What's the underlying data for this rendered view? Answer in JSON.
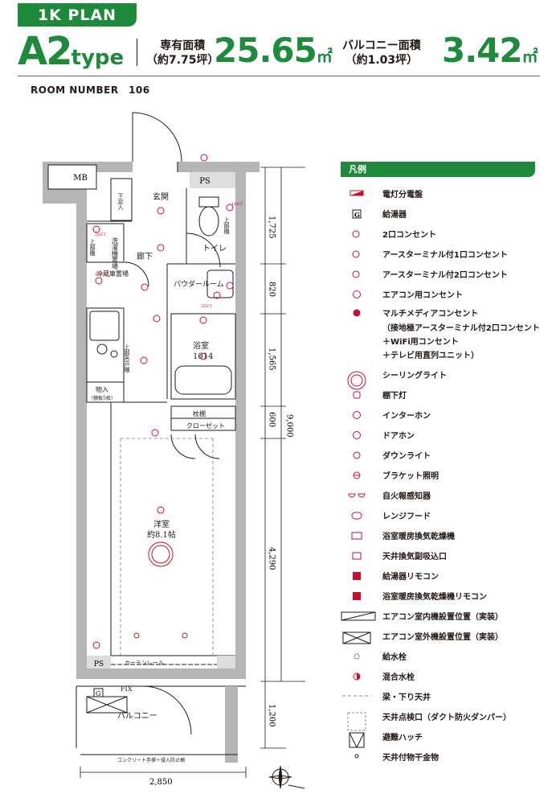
{
  "header": {
    "plan": "1K PLAN",
    "type_letter": "A2",
    "type_word": "type",
    "private_area_label": "専有面積",
    "private_area_tsubo": "（約7.75坪）",
    "private_area_value": "25.65",
    "balcony_area_label": "バルコニー面積",
    "balcony_area_tsubo": "（約1.03坪）",
    "balcony_area_value": "3.42",
    "unit": "㎡",
    "room_number": "ROOM NUMBER　106"
  },
  "plan": {
    "mb": "MB",
    "ps_top": "PS",
    "ps_bottom": "PS",
    "genkan": "玄関",
    "shoe_box": "下足入",
    "upper_shelf": "上部棚",
    "washer": "洗濯機置場",
    "fridge": "冷蔵庫置場",
    "hallway": "廊下",
    "toilet": "トイレ",
    "toilet_shelf": "上部棚",
    "powder_room": "パウダールーム",
    "bath": "浴室",
    "bath_size": "1014",
    "cabinet": "上部吊戸棚",
    "storage": "物入",
    "storage_note": "（棚板5枚）",
    "pillow_shelf": "枕棚",
    "closet": "クローゼット",
    "western_room": "洋室",
    "western_size": "約8.1帖",
    "curtain_rail": "カーテンレール",
    "fix": "FIX",
    "g": "G",
    "balcony": "バルコニー",
    "railing_note": "コンクリート手摺＋侵入防止柵",
    "dim_1725": "1,725",
    "dim_820": "820",
    "dim_1565": "1,565",
    "dim_600": "600",
    "dim_4290": "4,290",
    "dim_9000": "9,000",
    "dim_1200": "1,200",
    "dim_2850": "2,850",
    "outlet_1eet": "1EET",
    "outlet_2eet": "2EET",
    "outlet_2eet_b": "2EET",
    "outlet_2eet_c": "2EET"
  },
  "legend": {
    "title": "凡例",
    "items": [
      {
        "icon": "panel",
        "text": "電灯分電盤"
      },
      {
        "icon": "G",
        "text": "給湯器"
      },
      {
        "icon": "outlet2",
        "text": "2口コンセント"
      },
      {
        "icon": "outlet1eet",
        "text": "アースターミナル付1口コンセント"
      },
      {
        "icon": "outlet2eet",
        "text": "アースターミナル付2口コンセント"
      },
      {
        "icon": "AC",
        "text": "エアコン用コンセント"
      },
      {
        "icon": "M",
        "text": "マルチメディアコンセント"
      },
      {
        "icon": "none",
        "text": "（接地極アースターミナル付2口コンセント"
      },
      {
        "icon": "none",
        "text": "＋WiFi用コンセント"
      },
      {
        "icon": "none",
        "text": "＋テレビ用直列ユニット）"
      },
      {
        "icon": "ceiling",
        "text": "シーリングライト"
      },
      {
        "icon": "shelf",
        "text": "棚下灯"
      },
      {
        "icon": "I",
        "text": "インターホン"
      },
      {
        "icon": "D",
        "text": "ドアホン"
      },
      {
        "icon": "down",
        "text": "ダウンライト"
      },
      {
        "icon": "bracket",
        "text": "ブラケット照明"
      },
      {
        "icon": "smoke",
        "text": "自火報感知器"
      },
      {
        "icon": "hood",
        "text": "レンジフード"
      },
      {
        "icon": "bathdry",
        "text": "浴室暖房換気乾燥機"
      },
      {
        "icon": "vent",
        "text": "天井換気副吸込口"
      },
      {
        "icon": "R",
        "text": "給湯器リモコン"
      },
      {
        "icon": "K",
        "text": "浴室暖房換気乾燥機リモコン"
      },
      {
        "icon": "acin",
        "text": "エアコン室内機設置位置（実装）"
      },
      {
        "icon": "acout",
        "text": "エアコン室外機設置位置（実装）"
      },
      {
        "icon": "water",
        "text": "給水栓"
      },
      {
        "icon": "mix",
        "text": "混合水栓"
      },
      {
        "icon": "beam",
        "text": "梁・下り天井"
      },
      {
        "icon": "hatch",
        "text": "天井点検口（ダクト防火ダンパー）"
      },
      {
        "icon": "escape",
        "text": "避難ハッチ"
      },
      {
        "icon": "hook",
        "text": "天井付物干金物"
      }
    ]
  },
  "colors": {
    "brand": "#1f8a3b",
    "symbol": "#c8102e",
    "wall": "#b5b5b5"
  }
}
